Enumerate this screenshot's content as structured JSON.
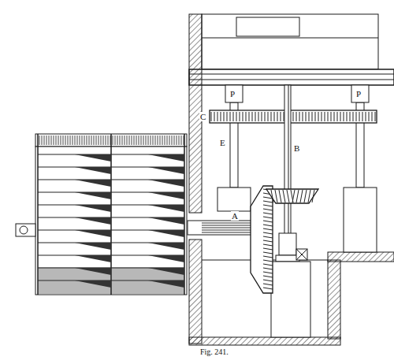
{
  "diagram": {
    "caption": "Fig. 241.",
    "labels": [
      "P",
      "P",
      "C",
      "E",
      "B",
      "A"
    ]
  }
}
